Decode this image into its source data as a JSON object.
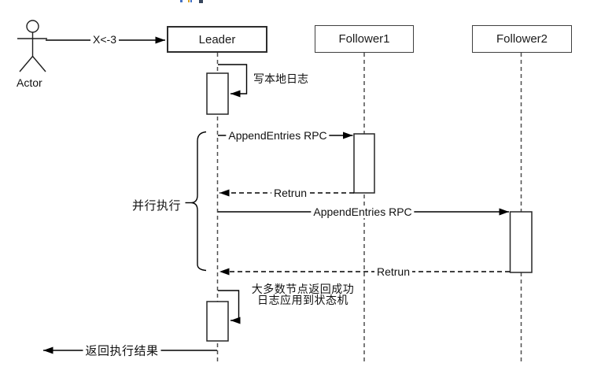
{
  "participants": {
    "actor": {
      "label": "Actor"
    },
    "leader": {
      "label": "Leader"
    },
    "follower1": {
      "label": "Follower1"
    },
    "follower2": {
      "label": "Follower2"
    }
  },
  "messages": {
    "client_request": {
      "label": "X<-3",
      "from": "Actor",
      "to": "Leader",
      "style": "solid-arrow"
    },
    "write_local_log": {
      "label": "写本地日志",
      "from": "Leader",
      "to": "Leader",
      "style": "self-message"
    },
    "append_entries_f1": {
      "label": "AppendEntries RPC",
      "from": "Leader",
      "to": "Follower1",
      "style": "solid-arrow"
    },
    "return_f1": {
      "label": "Retrun",
      "from": "Follower1",
      "to": "Leader",
      "style": "dashed-arrow"
    },
    "append_entries_f2": {
      "label": "AppendEntries RPC",
      "from": "Leader",
      "to": "Follower2",
      "style": "solid-arrow"
    },
    "return_f2": {
      "label": "Retrun",
      "from": "Follower2",
      "to": "Leader",
      "style": "dashed-arrow"
    },
    "commit_note": {
      "line1": "大多数节点返回成功",
      "line2": "日志应用到状态机",
      "from": "Leader",
      "to": "Leader",
      "style": "self-message"
    },
    "return_result": {
      "label": "返回执行结果",
      "from": "Leader",
      "to": "Actor",
      "style": "solid-arrow"
    }
  },
  "fragment": {
    "label": "并行执行"
  },
  "colors": {
    "stroke": "#000000",
    "lifeline": "#4f4f4f",
    "background": "#ffffff",
    "crop_artifact_blue": "#4472c4",
    "crop_artifact_orange": "#d9a326",
    "crop_artifact_dark": "#36455c"
  }
}
